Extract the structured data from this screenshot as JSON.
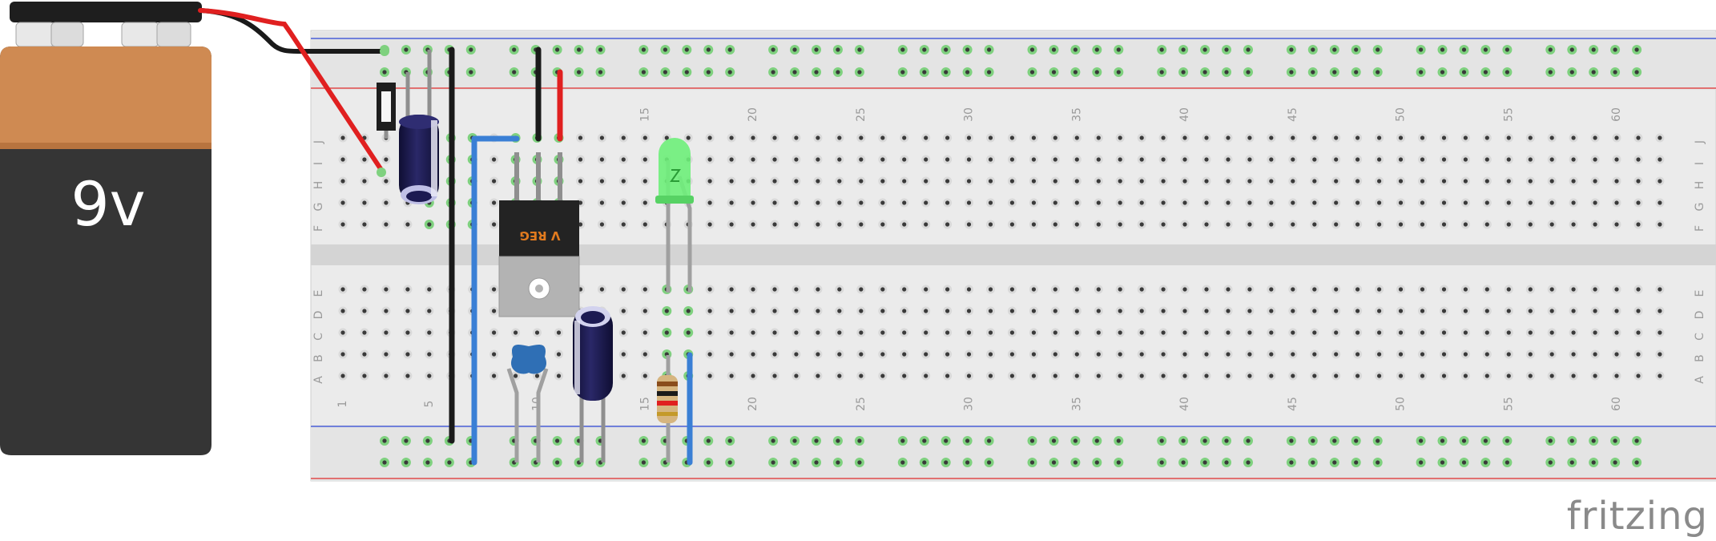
{
  "battery": {
    "label": "9v"
  },
  "regulator": {
    "label": "V REG"
  },
  "breadboard": {
    "column_numbers": [
      "1",
      "5",
      "10",
      "15",
      "20",
      "25",
      "30",
      "35",
      "40",
      "45",
      "50",
      "55",
      "60"
    ],
    "row_letters_top": [
      "J",
      "I",
      "H",
      "G",
      "F"
    ],
    "row_letters_bottom": [
      "E",
      "D",
      "C",
      "B",
      "A"
    ]
  },
  "watermark": {
    "text": "fritzing"
  },
  "colors": {
    "rail_red": "#e04b4b",
    "rail_blue": "#4b5fd8",
    "wire_red": "#e02020",
    "wire_black": "#1a1a1a",
    "wire_blue": "#3a7fd5",
    "battery_top": "#cf8a52",
    "battery_bottom": "#353535",
    "hole_green": "#7fd17f",
    "led_green": "#6ef07a",
    "capacitor": "#1c1a52"
  }
}
